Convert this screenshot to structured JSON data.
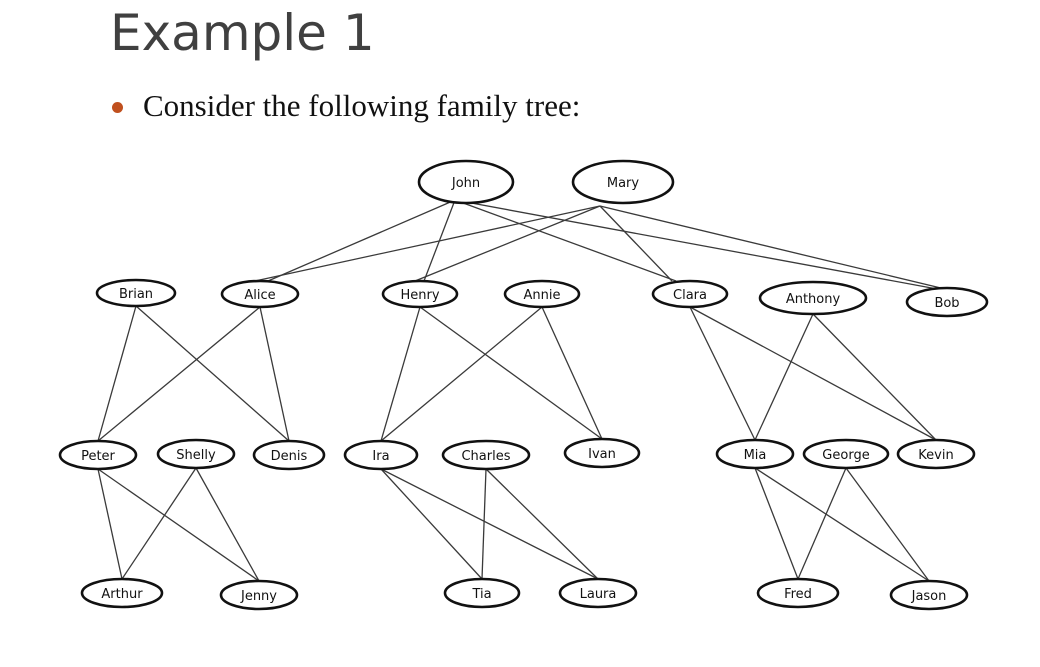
{
  "slide": {
    "title": "Example 1",
    "bullet": "Consider the following family tree:"
  },
  "colors": {
    "bullet": "#c0501e",
    "title": "#404040",
    "node_stroke": "#111111",
    "edge": "#3a3a3a"
  },
  "tree": {
    "nodes": [
      {
        "id": "john",
        "label": "John"
      },
      {
        "id": "mary",
        "label": "Mary"
      },
      {
        "id": "brian",
        "label": "Brian"
      },
      {
        "id": "alice",
        "label": "Alice"
      },
      {
        "id": "henry",
        "label": "Henry"
      },
      {
        "id": "annie",
        "label": "Annie"
      },
      {
        "id": "clara",
        "label": "Clara"
      },
      {
        "id": "anthony",
        "label": "Anthony"
      },
      {
        "id": "bob",
        "label": "Bob"
      },
      {
        "id": "peter",
        "label": "Peter"
      },
      {
        "id": "shelly",
        "label": "Shelly"
      },
      {
        "id": "denis",
        "label": "Denis"
      },
      {
        "id": "ira",
        "label": "Ira"
      },
      {
        "id": "charles",
        "label": "Charles"
      },
      {
        "id": "ivan",
        "label": "Ivan"
      },
      {
        "id": "mia",
        "label": "Mia"
      },
      {
        "id": "george",
        "label": "George"
      },
      {
        "id": "kevin",
        "label": "Kevin"
      },
      {
        "id": "arthur",
        "label": "Arthur"
      },
      {
        "id": "jenny",
        "label": "Jenny"
      },
      {
        "id": "tia",
        "label": "Tia"
      },
      {
        "id": "laura",
        "label": "Laura"
      },
      {
        "id": "fred",
        "label": "Fred"
      },
      {
        "id": "jason",
        "label": "Jason"
      }
    ],
    "edges": [
      [
        "john",
        "alice"
      ],
      [
        "john",
        "henry"
      ],
      [
        "john",
        "clara"
      ],
      [
        "john",
        "bob"
      ],
      [
        "mary",
        "alice"
      ],
      [
        "mary",
        "henry"
      ],
      [
        "mary",
        "clara"
      ],
      [
        "mary",
        "bob"
      ],
      [
        "brian",
        "peter"
      ],
      [
        "brian",
        "denis"
      ],
      [
        "alice",
        "peter"
      ],
      [
        "alice",
        "denis"
      ],
      [
        "henry",
        "ira"
      ],
      [
        "henry",
        "ivan"
      ],
      [
        "annie",
        "ira"
      ],
      [
        "annie",
        "ivan"
      ],
      [
        "clara",
        "mia"
      ],
      [
        "clara",
        "kevin"
      ],
      [
        "anthony",
        "mia"
      ],
      [
        "anthony",
        "kevin"
      ],
      [
        "peter",
        "arthur"
      ],
      [
        "peter",
        "jenny"
      ],
      [
        "shelly",
        "arthur"
      ],
      [
        "shelly",
        "jenny"
      ],
      [
        "ira",
        "tia"
      ],
      [
        "ira",
        "laura"
      ],
      [
        "charles",
        "tia"
      ],
      [
        "charles",
        "laura"
      ],
      [
        "mia",
        "fred"
      ],
      [
        "mia",
        "jason"
      ],
      [
        "george",
        "fred"
      ],
      [
        "george",
        "jason"
      ]
    ]
  }
}
